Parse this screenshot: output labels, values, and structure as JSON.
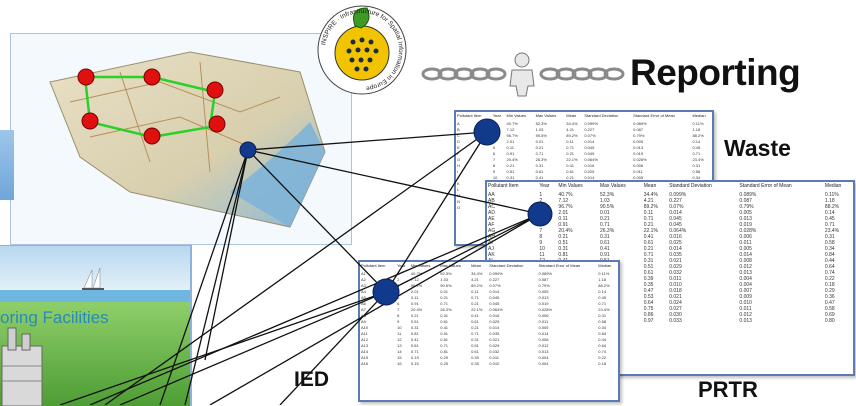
{
  "headline": "Reporting",
  "sheets": {
    "waste": {
      "label": "Waste"
    },
    "prtr": {
      "label": "PRTR"
    },
    "ied": {
      "label": "IED"
    }
  },
  "facilities_caption": "oring Facilities",
  "inspire_seal": {
    "text": "INSPIRE · Infrastructure for Spatial Information in Europe"
  },
  "colors": {
    "accent_blue": "#123a8c",
    "sheet_border": "#5a7bb5",
    "marker_red": "#e01010",
    "chain_gray": "#8a8a8a"
  },
  "icons": [
    "inspire-seal-icon",
    "map-icon",
    "chain-icon",
    "person-icon",
    "factory-icon",
    "sailboat-icon"
  ]
}
